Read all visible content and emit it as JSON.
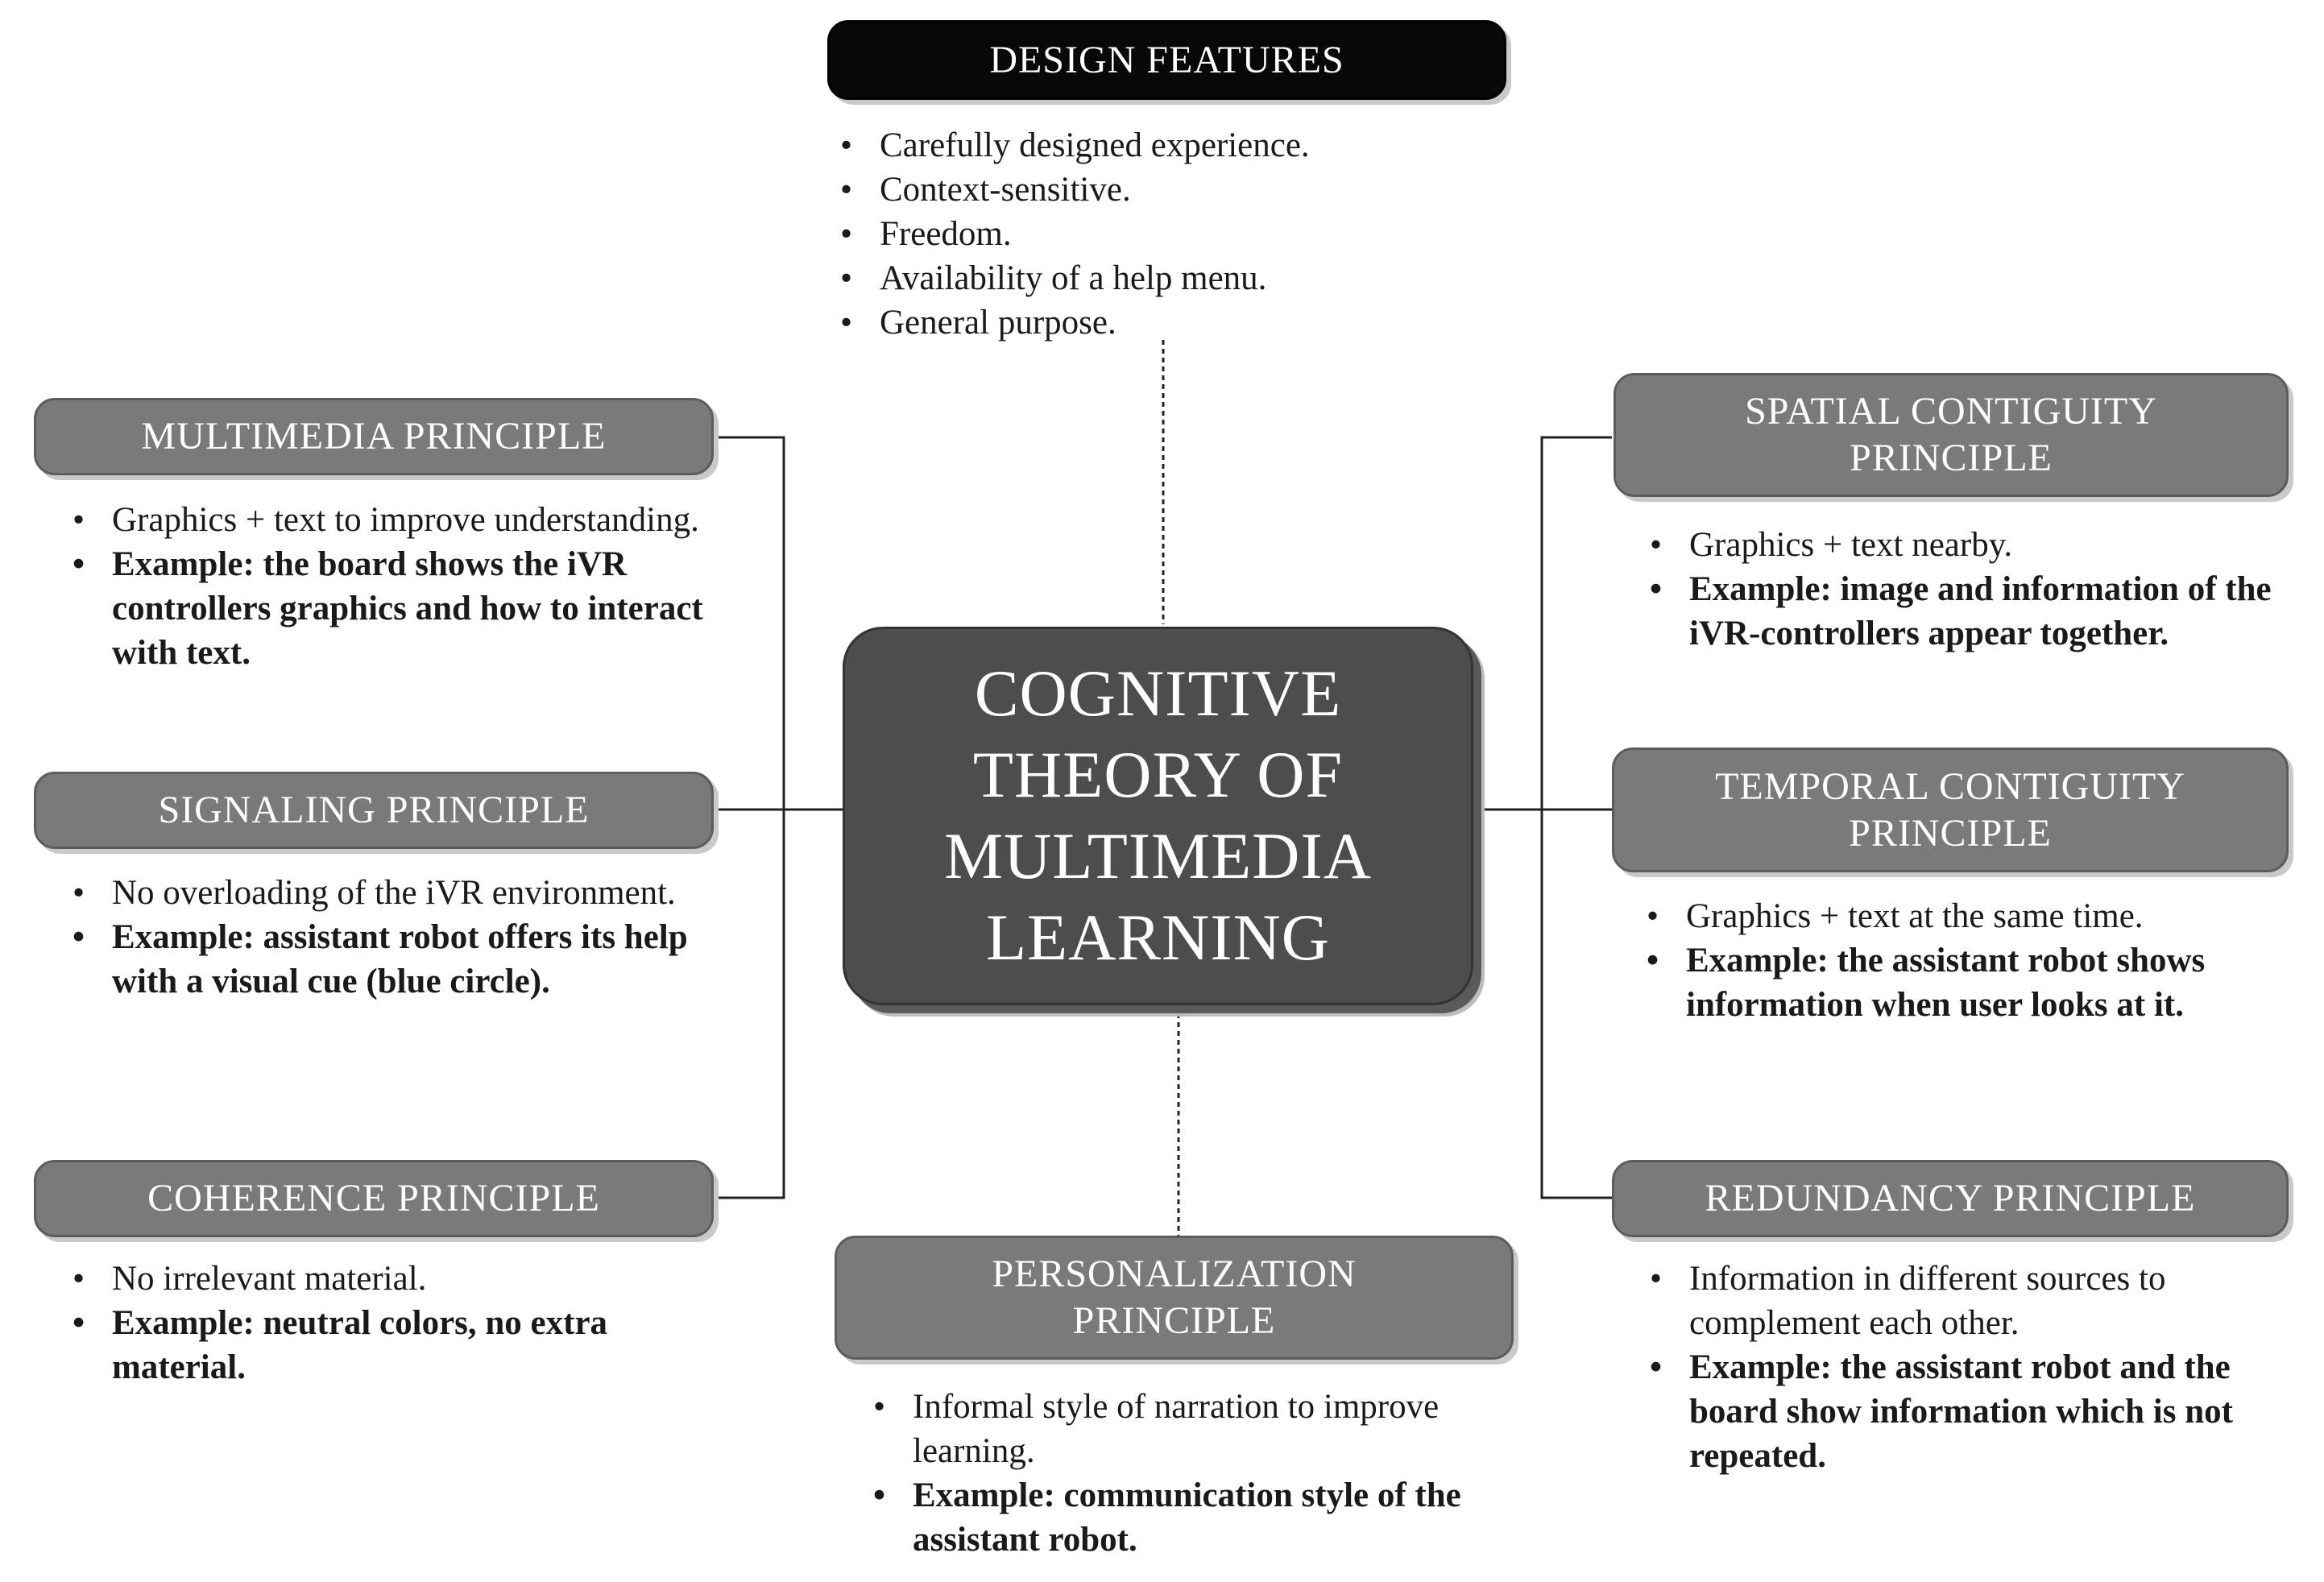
{
  "design_features": {
    "title": "DESIGN FEATURES",
    "bullets": [
      "Carefully designed experience.",
      "Context-sensitive.",
      "Freedom.",
      "Availability of a help menu.",
      "General purpose."
    ]
  },
  "center": {
    "title": "COGNITIVE\nTHEORY OF\nMULTIMEDIA\nLEARNING"
  },
  "multimedia": {
    "title": "MULTIMEDIA PRINCIPLE",
    "bullets": [
      "Graphics + text to improve understanding.",
      "Example: the board shows the iVR controllers graphics and how to interact with text."
    ]
  },
  "signaling": {
    "title": "SIGNALING PRINCIPLE",
    "bullets": [
      "No overloading of the iVR environment.",
      "Example: assistant robot offers its help with a visual cue (blue circle)."
    ]
  },
  "coherence": {
    "title": "COHERENCE PRINCIPLE",
    "bullets": [
      "No irrelevant material.",
      "Example: neutral colors, no extra material."
    ]
  },
  "spatial": {
    "title": "SPATIAL CONTIGUITY\nPRINCIPLE",
    "bullets": [
      "Graphics + text nearby.",
      "Example: image and information of the iVR-controllers appear together."
    ]
  },
  "temporal": {
    "title": "TEMPORAL CONTIGUITY\nPRINCIPLE",
    "bullets": [
      "Graphics + text at the same time.",
      "Example: the assistant robot shows information when user looks at it."
    ]
  },
  "redundancy": {
    "title": "REDUNDANCY PRINCIPLE",
    "bullets": [
      "Information in different sources to complement each other.",
      "Example: the assistant robot and the board show information which is not repeated."
    ]
  },
  "personalization": {
    "title": "PERSONALIZATION\nPRINCIPLE",
    "bullets": [
      "Informal style of narration to improve learning.",
      "Example: communication style of the assistant robot."
    ]
  },
  "colors": {
    "box_gray": "#7a7a7a",
    "box_center": "#4d4d4d",
    "box_black": "#080808",
    "connector": "#222222"
  }
}
